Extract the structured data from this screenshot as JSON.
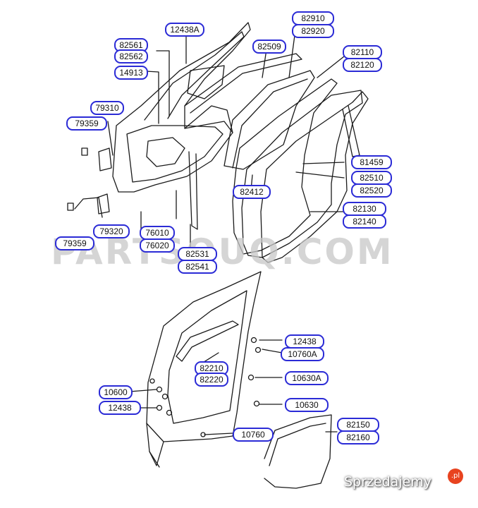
{
  "watermark": "PARTSOUQ.COM",
  "brand": {
    "name": "Sprzedajemy",
    "suffix": ".pl"
  },
  "colors": {
    "callout_border": "#2b2bd6",
    "line_art": "#1a1a1a",
    "watermark": "#c8c8c8",
    "brand_badge": "#e8431f"
  },
  "part_numbers": {
    "p12438A": "12438A",
    "p82561": "82561",
    "p82562": "82562",
    "p14913": "14913",
    "p79310": "79310",
    "p79359_top": "79359",
    "p79320": "79320",
    "p79359_bottom": "79359",
    "p76010": "76010",
    "p76020": "76020",
    "p82531": "82531",
    "p82541": "82541",
    "p82509": "82509",
    "p82910": "82910",
    "p82920": "82920",
    "p82110": "82110",
    "p82120": "82120",
    "p81459": "81459",
    "p82510": "82510",
    "p82520": "82520",
    "p82412": "82412",
    "p82130": "82130",
    "p82140": "82140",
    "p12438_right": "12438",
    "p10760A": "10760A",
    "p10630A": "10630A",
    "p10630": "10630",
    "p82210": "82210",
    "p82220": "82220",
    "p10600": "10600",
    "p12438_left": "12438",
    "p10760": "10760",
    "p82150": "82150",
    "p82160": "82160"
  }
}
